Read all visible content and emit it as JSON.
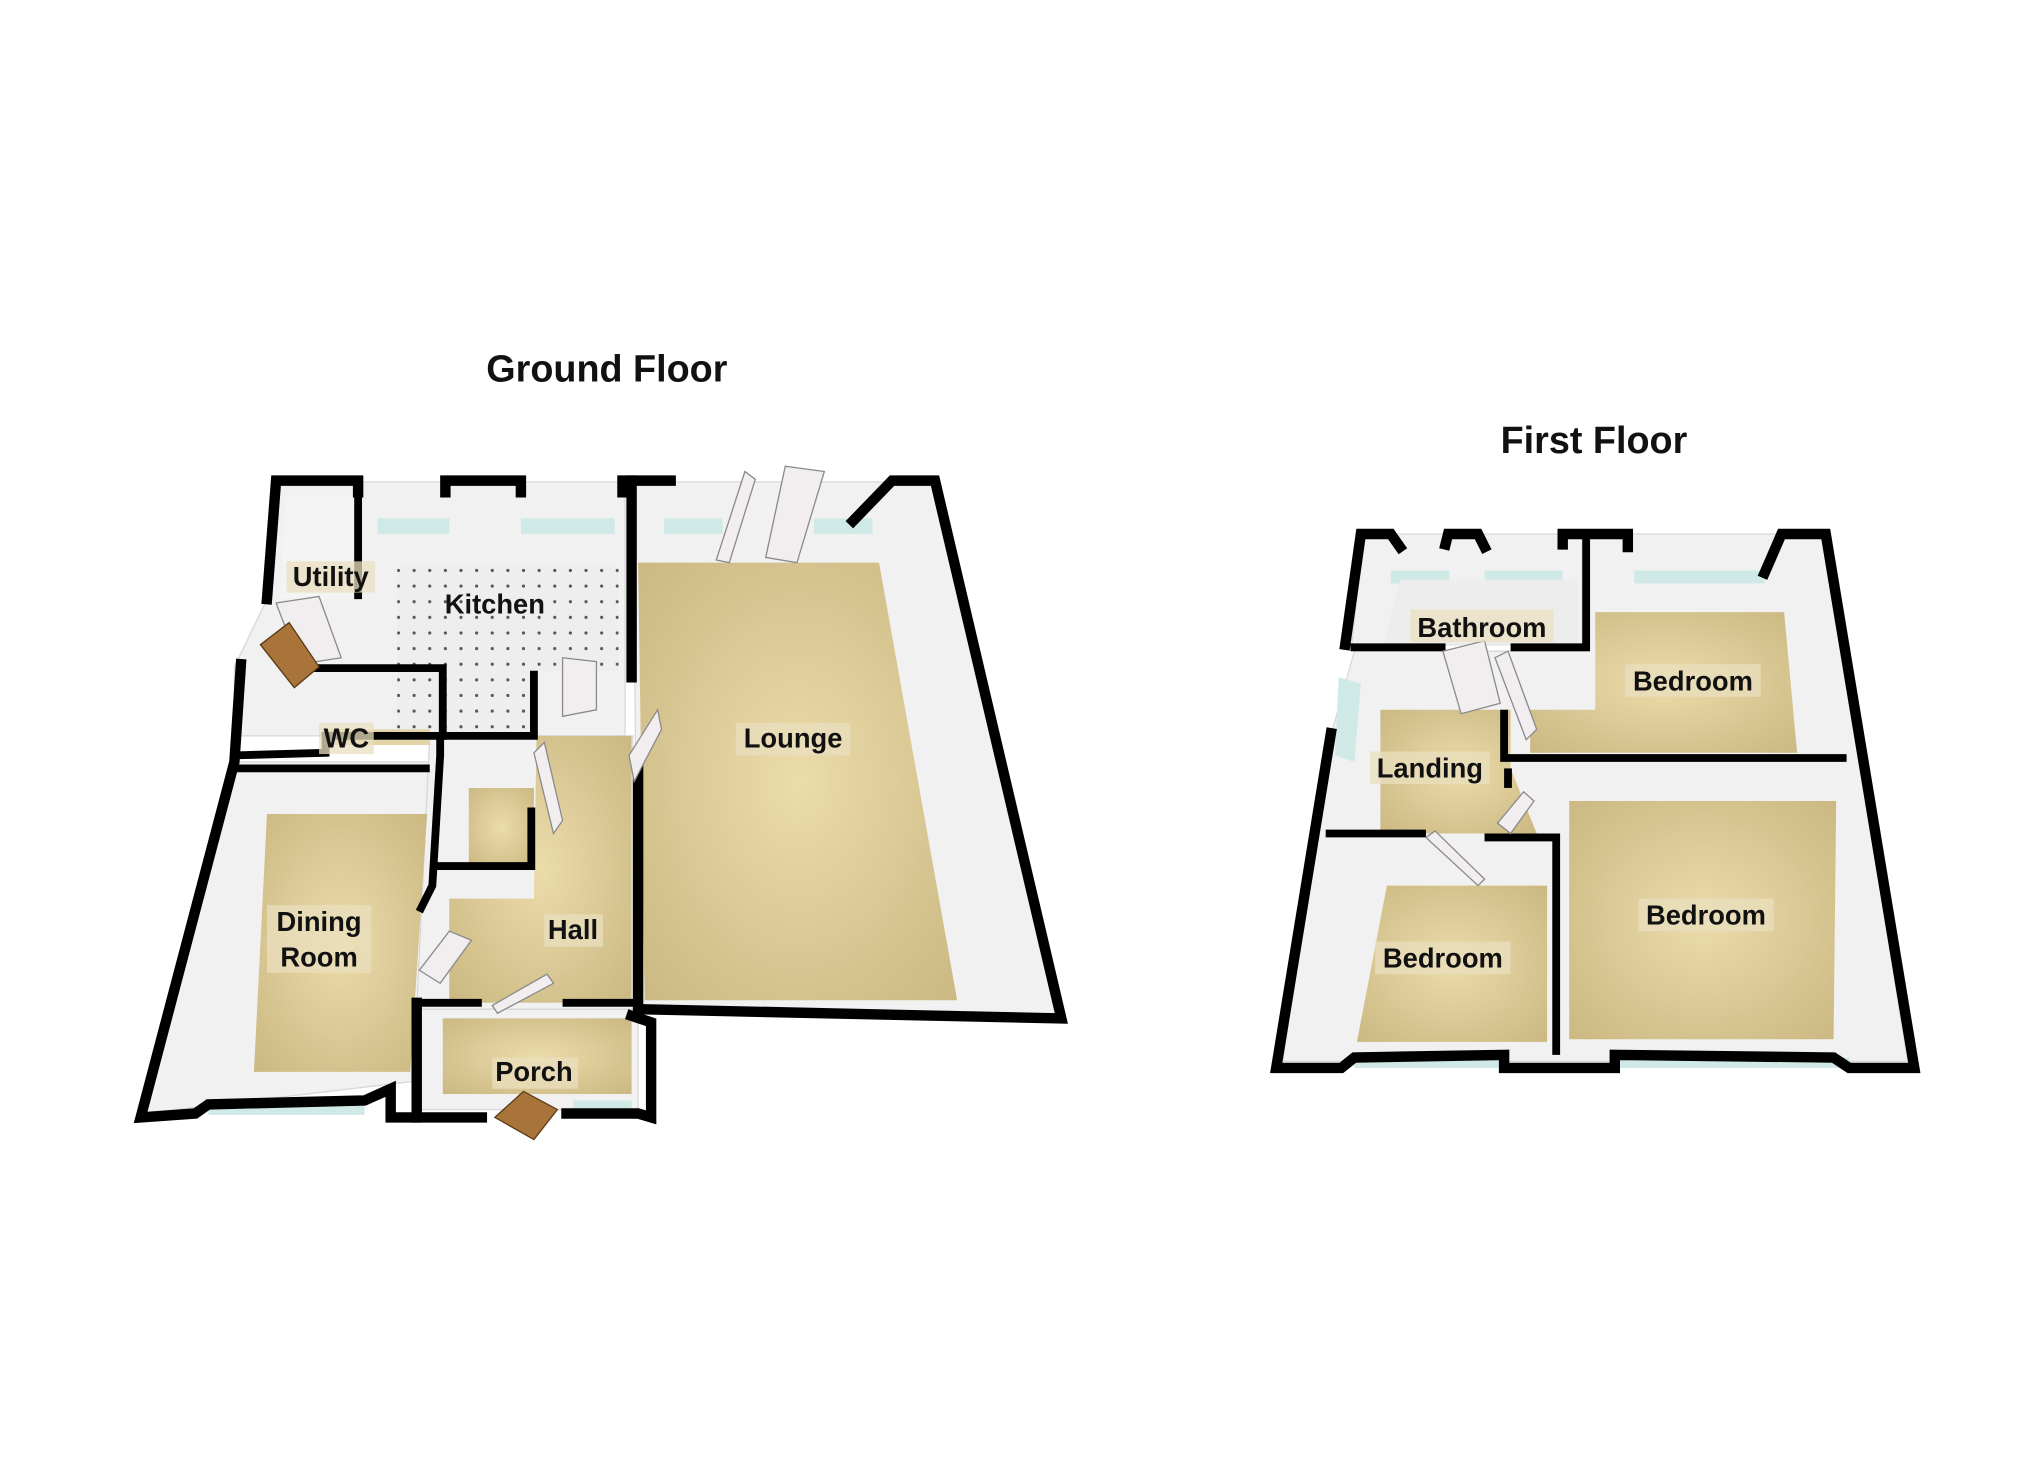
{
  "ground_floor": {
    "title": "Ground Floor",
    "rooms": {
      "utility": "Utility",
      "kitchen": "Kitchen",
      "wc": "WC",
      "lounge": "Lounge",
      "dining_line1": "Dining",
      "dining_line2": "Room",
      "hall": "Hall",
      "porch": "Porch"
    }
  },
  "first_floor": {
    "title": "First Floor",
    "rooms": {
      "bathroom": "Bathroom",
      "bedroom_rear": "Bedroom",
      "landing": "Landing",
      "bedroom_front_large": "Bedroom",
      "bedroom_front_small": "Bedroom"
    }
  },
  "colors": {
    "carpet": "#d9c792",
    "wall": "#000000",
    "window": "#cfe9e6",
    "tile": "#eeeeee"
  }
}
